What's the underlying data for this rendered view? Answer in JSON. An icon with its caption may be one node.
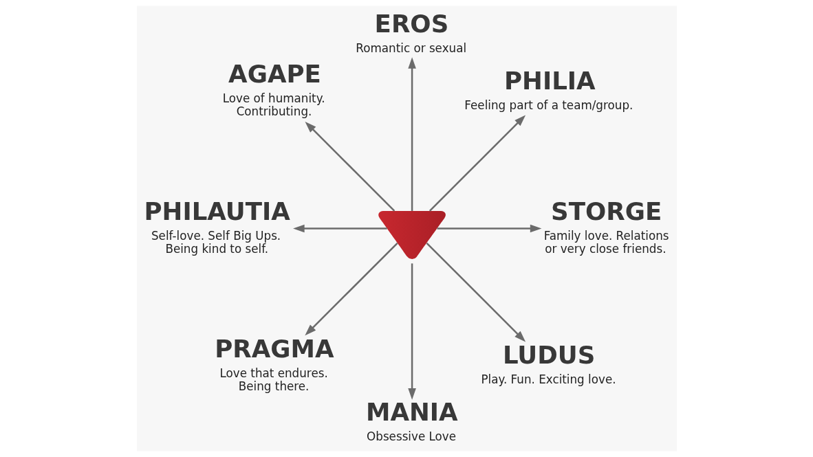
{
  "diagram": {
    "nodes": [
      {
        "text": [
          "EROS",
          "Romantic or sexual"
        ]
      },
      {
        "text": [
          "AGAPE",
          "Love of humanity. Contributing."
        ]
      },
      {
        "text": [
          "PHILIA",
          "Feeling part of a team/group."
        ]
      },
      {
        "text": [
          "PHILAUTIA",
          "Self-love. Self Big Ups. Being kind to self."
        ]
      },
      {
        "text": [],
        "shape": "heart"
      },
      {
        "text": [
          "STORGE",
          "Family love. Relations or very close friends."
        ]
      },
      {
        "text": [
          "PRAGMA",
          "Love that endures. Being there."
        ]
      },
      {
        "text": [
          "LUDUS",
          "Play. Fun. Exciting love."
        ]
      },
      {
        "text": [
          "MANIA",
          "Obsessive Love"
        ]
      }
    ],
    "edges": [
      {
        "from": 4,
        "to": 0,
        "arrow": "to"
      },
      {
        "from": 4,
        "to": 2,
        "arrow": "to"
      },
      {
        "from": 4,
        "to": 5,
        "arrow": "to"
      },
      {
        "from": 4,
        "to": 7,
        "arrow": "to"
      },
      {
        "from": 4,
        "to": 8,
        "arrow": "to"
      },
      {
        "from": 4,
        "to": 6,
        "arrow": "to"
      },
      {
        "from": 4,
        "to": 3,
        "arrow": "to"
      },
      {
        "from": 4,
        "to": 1,
        "arrow": "to"
      }
    ]
  }
}
